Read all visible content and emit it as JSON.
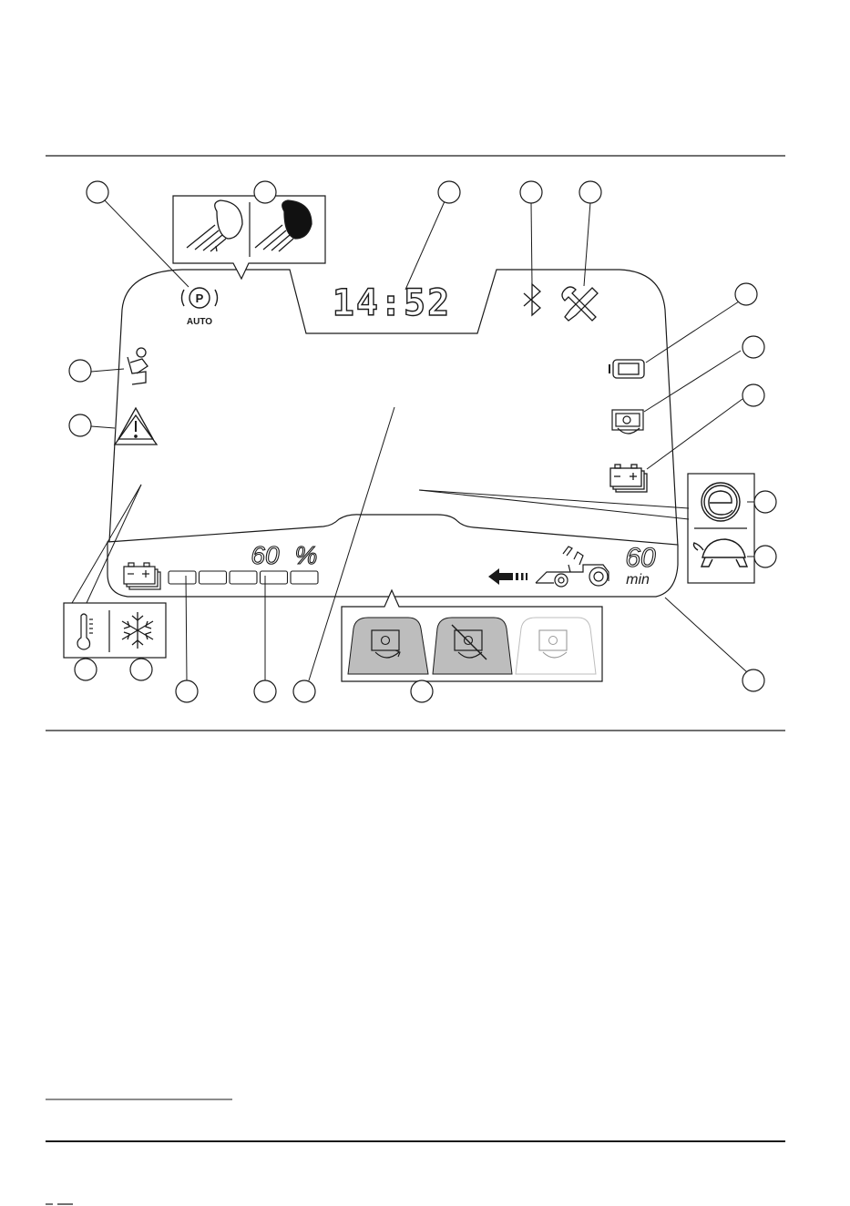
{
  "display": {
    "clock": "14:52",
    "parking_brake_label": "AUTO",
    "battery_percent_value": "60",
    "battery_percent_unit": "%",
    "battery_level_segments_total": 5,
    "remaining_time_value": "60",
    "remaining_time_unit": "min",
    "parking_brake_symbol": "P"
  },
  "icons": {
    "headlight_off": "headlight-icon",
    "headlight_on": "headlight-on-icon",
    "parking_brake": "parking-brake-auto-icon",
    "bluetooth": "bluetooth-icon",
    "service": "wrench-screwdriver-icon",
    "seat": "seat-occupancy-icon",
    "warning": "warning-triangle-icon",
    "battery_module": "battery-module-icon",
    "pto": "pto-engagement-icon",
    "battery_charge": "battery-charge-icon",
    "eco_mode": "eco-mode-icon",
    "turtle_mode": "turtle-mode-icon",
    "temperature": "thermometer-icon",
    "frost": "snowflake-icon",
    "reverse_arrow": "reverse-arrow-icon",
    "mower": "ride-on-mower-icon"
  },
  "colors": {
    "line": "#1a1a1a",
    "panel_fill_active": "#bdbdbd",
    "panel_fill_inactive": "#ffffff",
    "display_fill": "#ffffff"
  }
}
